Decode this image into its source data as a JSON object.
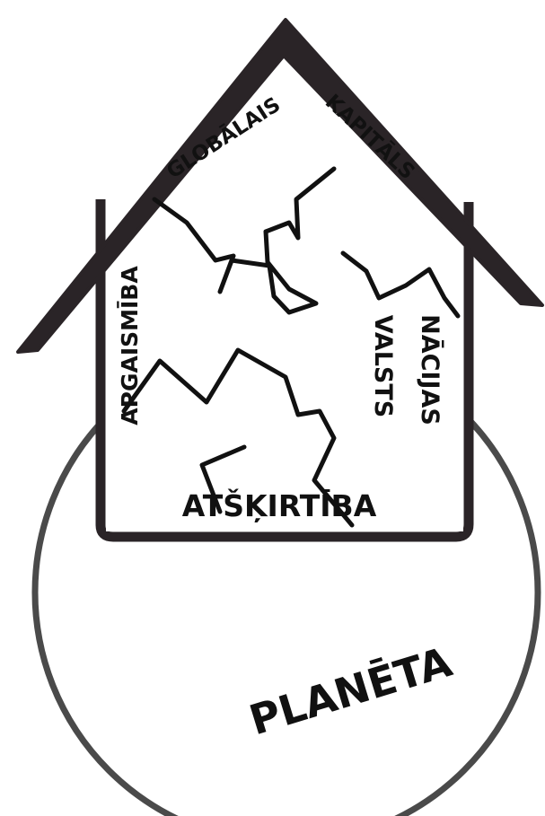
{
  "diagram": {
    "labels": {
      "globalais": "GLOBĀLAIS",
      "kapitals": "KAPITĀLS",
      "apgaismiba": "APGAISMĪBA",
      "nacijas": "NĀCIJAS",
      "valsts": "VALSTS",
      "atskirtiba": "ATŠĶIRTĪBA",
      "planeta": "PLANĒTA"
    },
    "colors": {
      "ink": "#111111",
      "roof": "#2a2427",
      "circle": "#4a4a4a",
      "background": "#ffffff"
    }
  }
}
